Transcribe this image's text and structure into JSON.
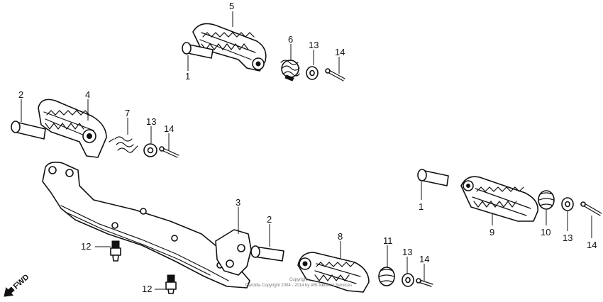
{
  "callouts": {
    "c1a": "1",
    "c1b": "1",
    "c2a": "2",
    "c2b": "2",
    "c3": "3",
    "c4": "4",
    "c5": "5",
    "c6": "6",
    "c7": "7",
    "c8": "8",
    "c9": "9",
    "c10": "10",
    "c11": "11",
    "c12a": "12",
    "c12b": "12",
    "c13a": "13",
    "c13b": "13",
    "c13c": "13",
    "c13d": "13",
    "c14a": "14",
    "c14b": "14",
    "c14c": "14",
    "c14d": "14"
  },
  "direction_label": "FWD",
  "watermark": {
    "line1": "Copyright",
    "line2": "Partzilla Copyright 2004 - 2014 by ARI Network Services"
  }
}
